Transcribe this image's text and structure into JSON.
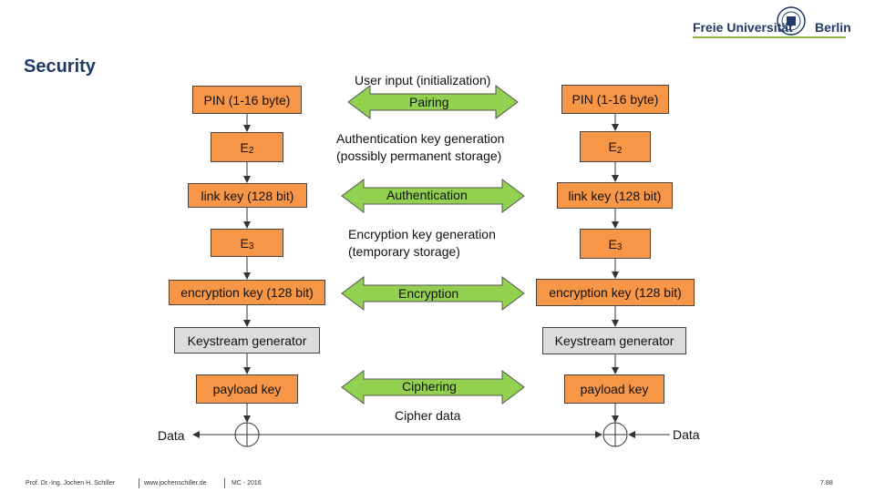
{
  "slide": {
    "title": "Security",
    "logo_left": "Freie Universität",
    "logo_right": "Berlin"
  },
  "left": {
    "pin": "PIN (1-16 byte)",
    "e2": "E",
    "e2_sub": "2",
    "link_key": "link key (128 bit)",
    "e3": "E",
    "e3_sub": "3",
    "encryption_key": "encryption key (128 bit)",
    "keystream": "Keystream generator",
    "payload": "payload key",
    "data": "Data"
  },
  "right": {
    "pin": "PIN (1-16 byte)",
    "e2": "E",
    "e2_sub": "2",
    "link_key": "link key (128 bit)",
    "e3": "E",
    "e3_sub": "3",
    "encryption_key": "encryption key (128 bit)",
    "keystream": "Keystream generator",
    "payload": "payload key",
    "data": "Data"
  },
  "center": {
    "user_input": "User input (initialization)",
    "pairing": "Pairing",
    "auth_keygen_1": "Authentication key generation",
    "auth_keygen_2": "(possibly permanent storage)",
    "authentication": "Authentication",
    "enc_keygen_1": "Encryption key generation",
    "enc_keygen_2": "(temporary storage)",
    "encryption": "Encryption",
    "ciphering": "Ciphering",
    "cipher_data": "Cipher data"
  },
  "footer": {
    "author": "Prof. Dr.-Ing. Jochen H. Schiller",
    "website": "www.jochenschiller.de",
    "course": "MC - 2016",
    "page": "7.88"
  },
  "colors": {
    "box_fill": "#f79646",
    "arrow_fill": "#92d050",
    "title": "#1f3a68"
  }
}
